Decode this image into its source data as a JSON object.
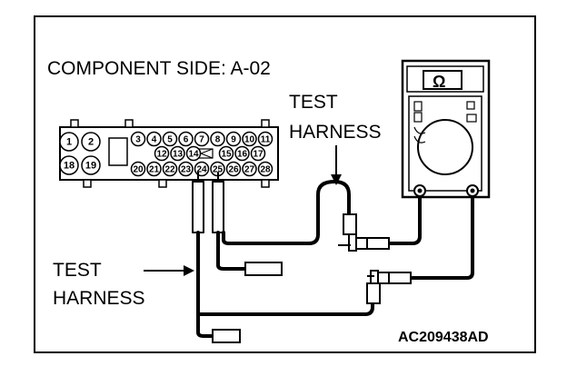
{
  "diagram": {
    "title": "COMPONENT SIDE: A-02",
    "test_harness_top": [
      "TEST",
      "HARNESS"
    ],
    "test_harness_left": [
      "TEST",
      "HARNESS"
    ],
    "figure_code": "AC209438AD",
    "meter_symbol": "Ω"
  },
  "connector": {
    "large_pins": [
      "1",
      "2",
      "18",
      "19"
    ],
    "row1": [
      "3",
      "4",
      "5",
      "6",
      "7",
      "8",
      "9",
      "10",
      "11"
    ],
    "row2": [
      "12",
      "13",
      "14",
      "15",
      "16",
      "17"
    ],
    "row3": [
      "20",
      "21",
      "22",
      "23",
      "24",
      "25",
      "26",
      "27",
      "28"
    ]
  }
}
